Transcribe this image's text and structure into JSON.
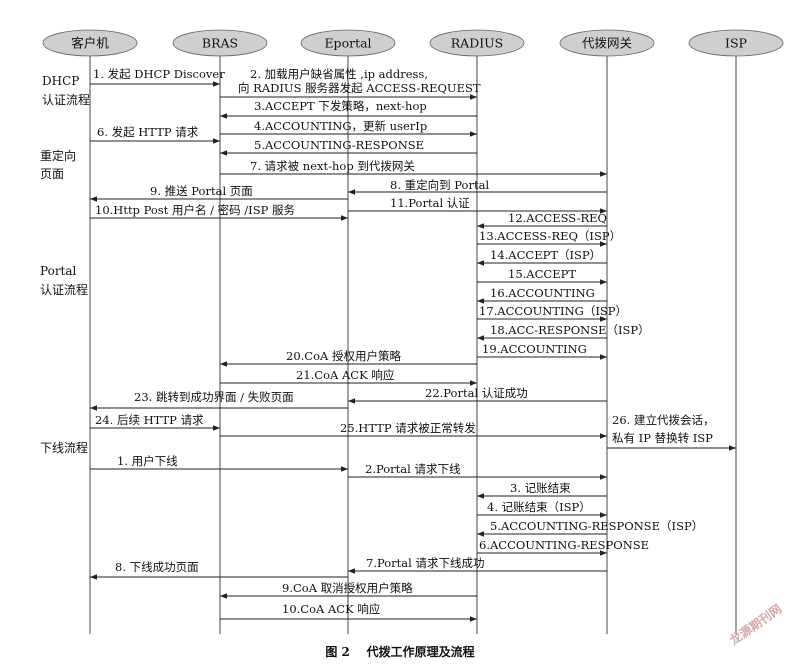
{
  "actors": [
    "客户机",
    "BRAS",
    "Eportal",
    "RADIUS",
    "代拨网关",
    "ISP"
  ],
  "phases": [
    {
      "text": "DHCP"
    },
    {
      "text": "认证流程"
    },
    {
      "text": "重定向"
    },
    {
      "text": "页面"
    },
    {
      "text": "Portal"
    },
    {
      "text": "认证流程"
    },
    {
      "text": "下线流程"
    }
  ],
  "messages": [
    {
      "text": "1. 发起 DHCP Discover",
      "from": 0,
      "to": 1
    },
    {
      "text": "2. 加载用户缺省属性 ,ip address,",
      "from": 1,
      "to": 3,
      "line2": "向 RADIUS 服务器发起 ACCESS-REQUEST"
    },
    {
      "text": "3.ACCEPT 下发策略，next-hop",
      "from": 3,
      "to": 1
    },
    {
      "text": "4.ACCOUNTING，更新 userIp",
      "from": 1,
      "to": 3
    },
    {
      "text": "6. 发起 HTTP 请求",
      "from": 0,
      "to": 1
    },
    {
      "text": "5.ACCOUNTING-RESPONSE",
      "from": 3,
      "to": 1
    },
    {
      "text": "7. 请求被 next-hop 到代拨网关",
      "from": 1,
      "to": 4
    },
    {
      "text": "8. 重定向到 Portal",
      "from": 4,
      "to": 2
    },
    {
      "text": "9. 推送 Portal 页面",
      "from": 2,
      "to": 0
    },
    {
      "text": "11.Portal 认证",
      "from": 2,
      "to": 4
    },
    {
      "text": "10.Http Post 用户名 / 密码 /ISP 服务",
      "from": 0,
      "to": 2
    },
    {
      "text": "12.ACCESS-REQ",
      "from": 4,
      "to": 3
    },
    {
      "text": "13.ACCESS-REQ（ISP）",
      "from": 3,
      "to": 4
    },
    {
      "text": "14.ACCEPT（ISP）",
      "from": 4,
      "to": 3
    },
    {
      "text": "15.ACCEPT",
      "from": 3,
      "to": 4
    },
    {
      "text": "16.ACCOUNTING",
      "from": 4,
      "to": 3
    },
    {
      "text": "17.ACCOUNTING（ISP）",
      "from": 3,
      "to": 4
    },
    {
      "text": "18.ACC-RESPONSE（ISP）",
      "from": 4,
      "to": 3
    },
    {
      "text": "19.ACCOUNTING",
      "from": 3,
      "to": 4
    },
    {
      "text": "20.CoA 授权用户策略",
      "from": 3,
      "to": 1
    },
    {
      "text": "21.CoA ACK 响应",
      "from": 1,
      "to": 3
    },
    {
      "text": "22.Portal 认证成功",
      "from": 4,
      "to": 2
    },
    {
      "text": "23. 跳转到成功界面 / 失败页面",
      "from": 2,
      "to": 0
    },
    {
      "text": "24. 后续 HTTP 请求",
      "from": 0,
      "to": 1
    },
    {
      "text": "26. 建立代拨会话，",
      "from": 4,
      "to": 5,
      "line2": "私有 IP 替换转 ISP"
    },
    {
      "text": "25.HTTP 请求被正常转发",
      "from": 1,
      "to": 4
    },
    {
      "text": "1. 用户下线",
      "from": 0,
      "to": 2
    },
    {
      "text": "2.Portal 请求下线",
      "from": 2,
      "to": 4
    },
    {
      "text": "3. 记账结束",
      "from": 4,
      "to": 3
    },
    {
      "text": "4. 记账结束（ISP）",
      "from": 3,
      "to": 4
    },
    {
      "text": "5.ACCOUNTING-RESPONSE（ISP）",
      "from": 4,
      "to": 3
    },
    {
      "text": "6.ACCOUNTING-RESPONSE",
      "from": 3,
      "to": 4
    },
    {
      "text": "7.Portal 请求下线成功",
      "from": 4,
      "to": 2
    },
    {
      "text": "8. 下线成功页面",
      "from": 2,
      "to": 0
    },
    {
      "text": "9.CoA 取消授权用户策略",
      "from": 3,
      "to": 1
    },
    {
      "text": "10.CoA ACK 响应",
      "from": 1,
      "to": 3
    }
  ],
  "caption": "图 2    代拨工作原理及流程",
  "watermark": "龙源期刊网"
}
